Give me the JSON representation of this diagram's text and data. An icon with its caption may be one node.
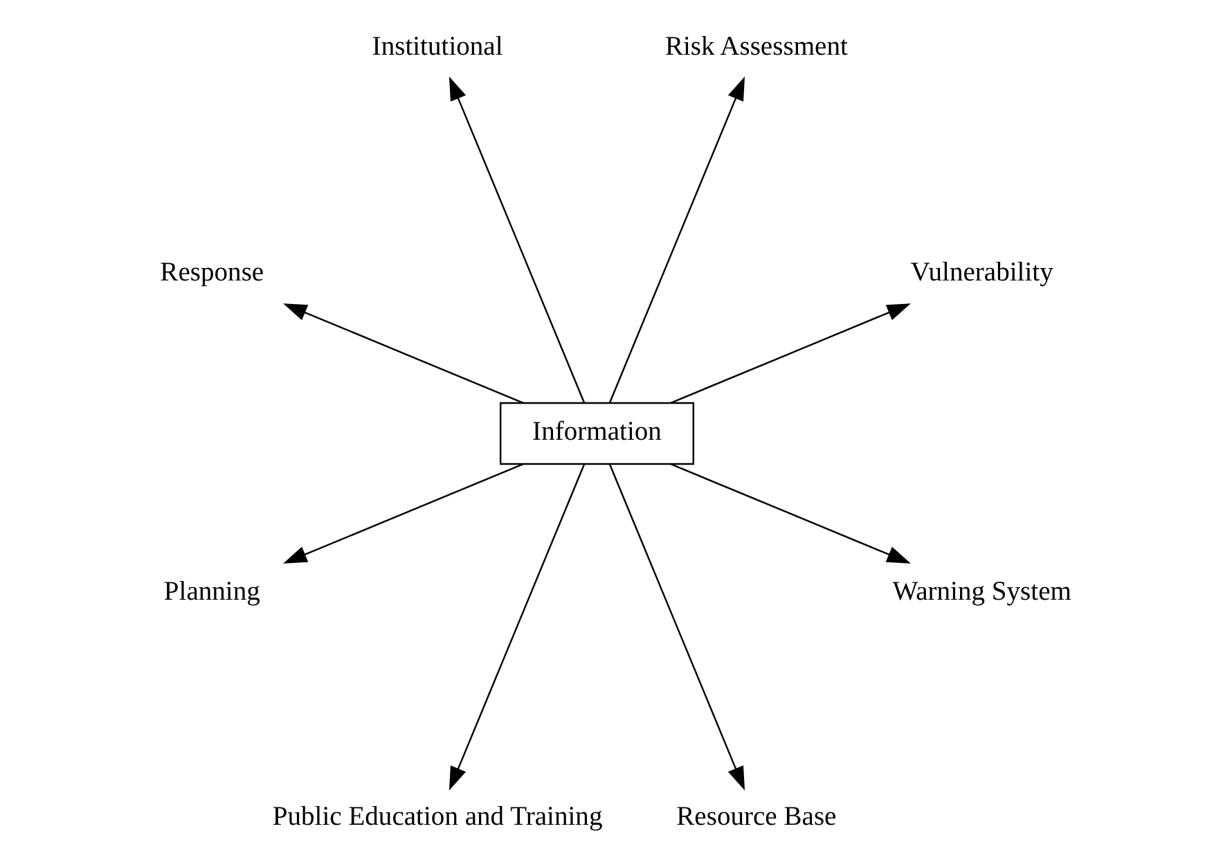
{
  "diagram": {
    "nodes": [
      {
        "text": [
          "Vulnerability"
        ]
      },
      {
        "text": [
          "Risk Assessment"
        ]
      },
      {
        "text": [
          "Institutional"
        ]
      },
      {
        "text": [
          "Response"
        ]
      },
      {
        "text": [
          "Information"
        ]
      },
      {
        "text": [
          "Planning"
        ]
      },
      {
        "text": [
          "Public Education and Training"
        ]
      },
      {
        "text": [
          "Resource Base"
        ]
      },
      {
        "text": [
          "Warning System"
        ]
      }
    ],
    "edges": [
      {
        "from": 4,
        "to": 0,
        "arrow": "to"
      },
      {
        "from": 4,
        "to": 1,
        "arrow": "to"
      },
      {
        "from": 4,
        "to": 2,
        "arrow": "to"
      },
      {
        "from": 4,
        "to": 3,
        "arrow": "to"
      },
      {
        "from": 4,
        "to": 5,
        "arrow": "to"
      },
      {
        "from": 4,
        "to": 6,
        "arrow": "to"
      },
      {
        "from": 4,
        "to": 7,
        "arrow": "to"
      },
      {
        "from": 4,
        "to": 8,
        "arrow": "to"
      }
    ]
  }
}
